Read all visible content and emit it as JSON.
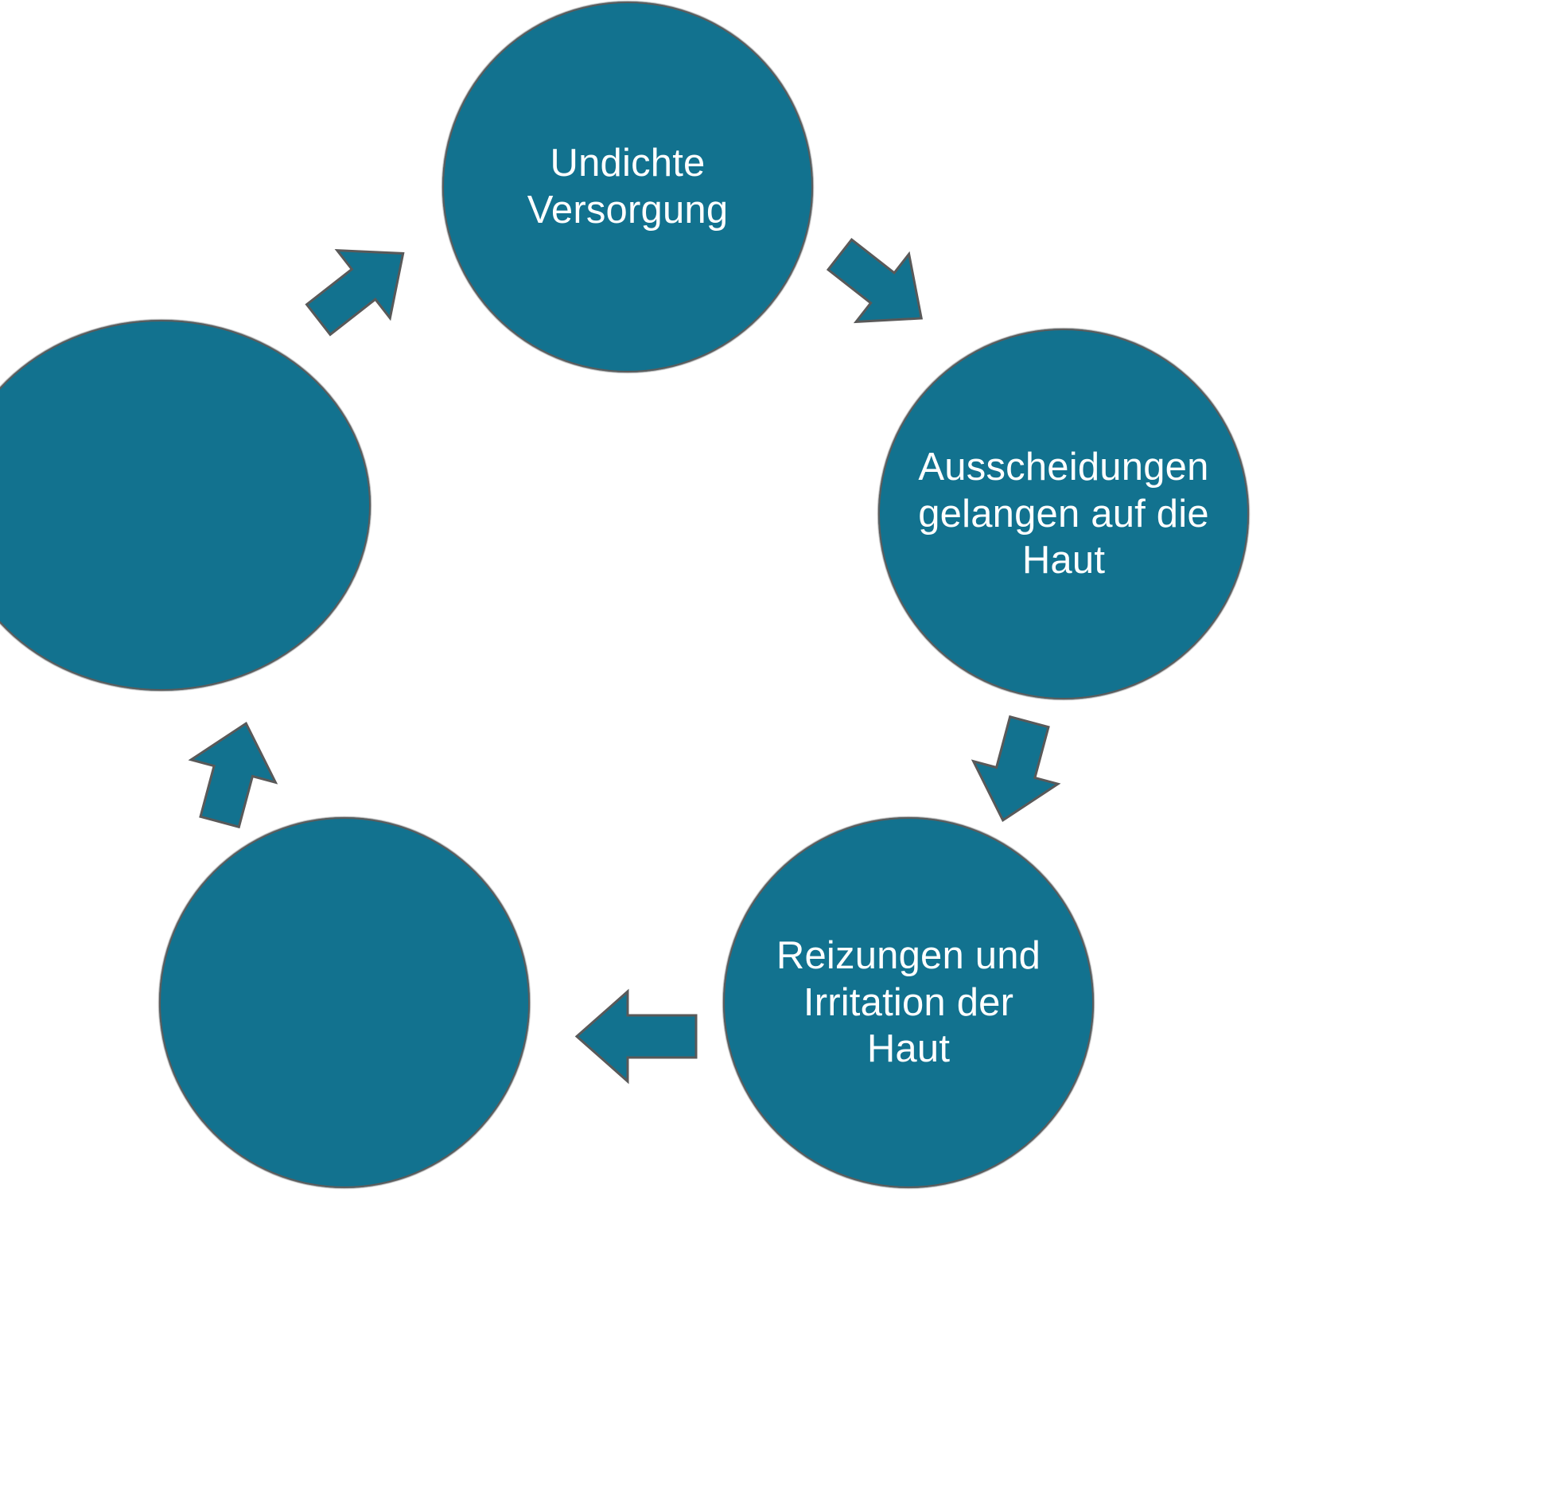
{
  "diagram": {
    "type": "cycle",
    "title": "",
    "accent_color": "#12728f",
    "text_color": "#ffffff",
    "background_color": "#ffffff",
    "edge_color": "#595959",
    "node_count": 5,
    "arrow_count": 5,
    "flow_direction": "clockwise",
    "nodes": [
      {
        "id": "node-top",
        "position": "top",
        "label": "Undichte\nVersorgung",
        "has_label": true
      },
      {
        "id": "node-right",
        "position": "right",
        "label": "Ausscheidungen\ngelangen auf die\nHaut",
        "has_label": true
      },
      {
        "id": "node-bottom-right",
        "position": "bottom-right",
        "label": "Reizungen und\nIrritation der\nHaut",
        "has_label": true
      },
      {
        "id": "node-bottom-left",
        "position": "bottom-left",
        "label": "",
        "has_label": false
      },
      {
        "id": "node-left",
        "position": "left",
        "label": "",
        "has_label": false
      }
    ],
    "arrows": [
      {
        "id": "arrow-top-right",
        "from": "node-top",
        "to": "node-right",
        "icon": "block-arrow-icon"
      },
      {
        "id": "arrow-right-down",
        "from": "node-right",
        "to": "node-bottom-right",
        "icon": "block-arrow-icon"
      },
      {
        "id": "arrow-bottom-left-flow",
        "from": "node-bottom-right",
        "to": "node-bottom-left",
        "icon": "block-arrow-icon"
      },
      {
        "id": "arrow-up-left",
        "from": "node-bottom-left",
        "to": "node-left",
        "icon": "block-arrow-icon"
      },
      {
        "id": "arrow-left-top",
        "from": "node-left",
        "to": "node-top",
        "icon": "block-arrow-icon"
      }
    ]
  }
}
